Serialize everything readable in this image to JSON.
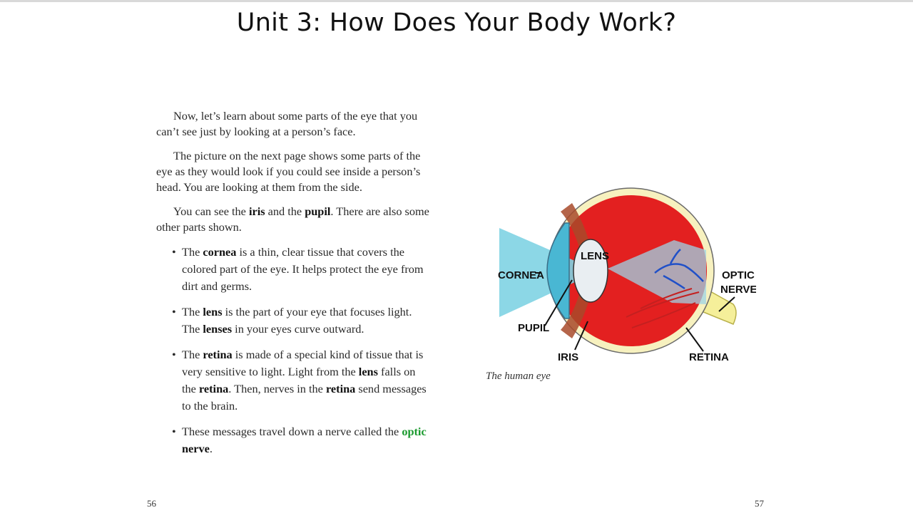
{
  "header": {
    "title": "Unit 3: How Does Your Body Work?"
  },
  "left_page": {
    "paragraph_1": "Now, let’s learn about some parts of the eye that you can’t see just by looking at a person’s face.",
    "paragraph_2": "The picture on the next page shows some parts of the eye as they would look if you could see inside a person’s head. You are looking at them from the side.",
    "paragraph_3": {
      "t1": "You can see the ",
      "b1": "iris",
      "t2": " and the ",
      "b2": "pupil",
      "t3": ". There are also some other parts shown."
    },
    "bullets": [
      {
        "t1": "The ",
        "b1": "cornea",
        "t2": " is a thin, clear tissue that covers the colored part of the eye. It helps protect the eye from dirt and germs."
      },
      {
        "t1": "The ",
        "b1": "lens",
        "t2": " is the part of your eye that focuses light. The ",
        "b2": "lenses",
        "t3": " in your eyes curve outward."
      },
      {
        "t1": "The ",
        "b1": "retina",
        "t2": " is made of a special kind of tissue that is very sensitive to light. Light from the ",
        "b2": "lens",
        "t3": " falls on the ",
        "b3": "retina",
        "t4": ". Then, nerves in the ",
        "b4": "retina",
        "t5": " send messages to the brain."
      },
      {
        "t1": "These messages travel down a nerve called the ",
        "g1": "optic",
        "t2": " ",
        "b1": "nerve",
        "t3": "."
      }
    ],
    "page_number": "56"
  },
  "right_page": {
    "figure_labels": {
      "lens": "LENS",
      "cornea": "CORNEA",
      "optic_1": "OPTIC",
      "optic_2": "NERVE",
      "pupil": "PUPIL",
      "iris": "IRIS",
      "retina": "RETINA"
    },
    "caption": "The human eye",
    "page_number": "57"
  },
  "colors": {
    "accent_green": "#1a9a2e",
    "eye_red": "#e32020",
    "light_blue": "#7fd3e3"
  }
}
